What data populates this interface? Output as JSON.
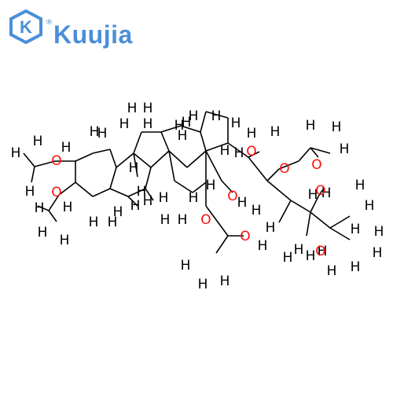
{
  "logo": {
    "text": "Kuujia",
    "mark": "K",
    "registered": "®",
    "color": "#4a8fd8"
  },
  "colors": {
    "bond": "#000000",
    "hydrogen": "#000000",
    "oxygen": "#ff0d0d"
  },
  "atoms": {
    "H": "H",
    "O": "O"
  }
}
